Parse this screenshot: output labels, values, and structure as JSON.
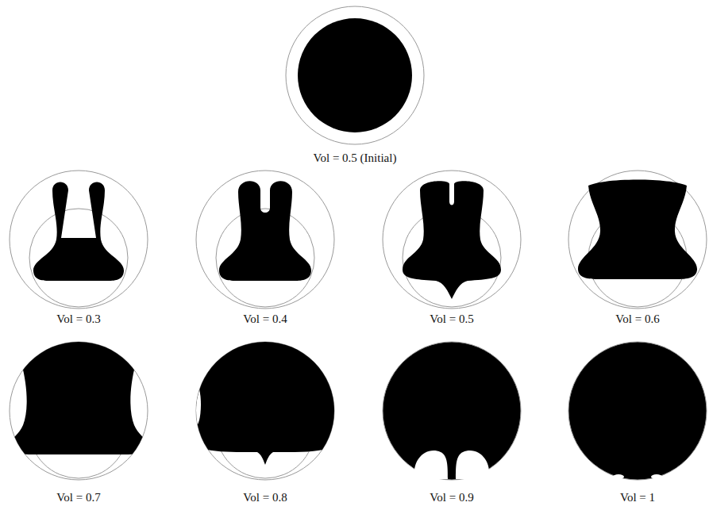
{
  "diagram": {
    "labels": [
      "Vol = 0.5 (Initial)",
      "Vol = 0.3",
      "Vol = 0.4",
      "Vol = 0.5",
      "Vol = 0.6",
      "Vol = 0.7",
      "Vol = 0.8",
      "Vol = 0.9",
      "Vol = 1"
    ]
  }
}
